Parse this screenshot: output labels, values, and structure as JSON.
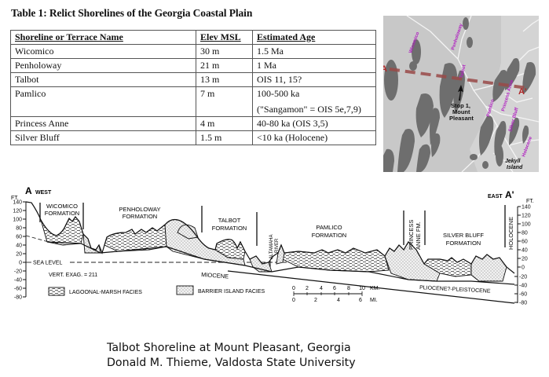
{
  "table": {
    "title": "Table 1: Relict Shorelines of the Georgia Coastal Plain",
    "headers": [
      "Shoreline or Terrace Name",
      "Elev MSL",
      "Estimated Age"
    ],
    "rows": [
      {
        "name": "Wicomico",
        "elev": "30 m",
        "age": "1.5 Ma",
        "age2": ""
      },
      {
        "name": "Penholoway",
        "elev": "21 m",
        "age": "1 Ma",
        "age2": ""
      },
      {
        "name": "Talbot",
        "elev": "13 m",
        "age": "OIS 11, 15?",
        "age2": ""
      },
      {
        "name": "Pamlico",
        "elev": "7 m",
        "age": "100-500 ka",
        "age2": "(\"Sangamon\" = OIS 5e,7,9)"
      },
      {
        "name": "Princess Anne",
        "elev": "4 m",
        "age": "40-80 ka (OIS 3,5)",
        "age2": ""
      },
      {
        "name": "Silver Bluff",
        "elev": "1.5 m",
        "age": "<10 ka (Holocene)",
        "age2": ""
      }
    ]
  },
  "map": {
    "section_start": "A",
    "section_end": "A'",
    "stop_label_1": "Stop 1,",
    "stop_label_2": "Mount",
    "stop_label_3": "Pleasant",
    "island_label_1": "Jekyll",
    "island_label_2": "Island",
    "shoreline_labels": [
      "Wicomico",
      "Penholoway",
      "Talbot",
      "Pamlico",
      "Princess Anne",
      "Silver Bluff",
      "Holocene"
    ],
    "colors": {
      "land": "#c8c8c8",
      "terrace": "#6e6e6e",
      "section_line": "#9a4a48",
      "label": "#b020c0",
      "rivers": "#f2f2f2"
    }
  },
  "cross_section": {
    "west_marker": "A",
    "west_label": "WEST",
    "east_marker": "A'",
    "east_label": "EAST",
    "units": "FT.",
    "y_ticks": [
      "140",
      "120",
      "100",
      "80",
      "60",
      "40",
      "20",
      "0",
      "-20",
      "-40",
      "-60",
      "-80"
    ],
    "sea_level_label": "SEA LEVEL",
    "vert_exag": "VERT. EXAG. = 211",
    "formations": {
      "wicomico_1": "WICOMICO",
      "wicomico_2": "FORMATION",
      "penholoway_1": "PENHOLOWAY",
      "penholoway_2": "FORMATION",
      "talbot_1": "TALBOT",
      "talbot_2": "FORMATION",
      "pamlico_1": "PAMLICO",
      "pamlico_2": "FORMATION",
      "princess_1": "PRINCESS",
      "princess_2": "ANNE FM.",
      "silver_1": "SILVER BLUFF",
      "silver_2": "FORMATION",
      "holocene": "HOLOCENE"
    },
    "river_1": "ALTAMAHA",
    "river_2": "RIVER",
    "miocene": "MIOCENE",
    "pliocene": "PLIOCENE?-PLEISTOCENE",
    "legend": {
      "lagoonal": "LAGOONAL-MARSH FACIES",
      "barrier": "BARRIER ISLAND FACIES"
    },
    "scale_km": [
      "0",
      "2",
      "4",
      "6",
      "8",
      "10"
    ],
    "scale_km_unit": "KM.",
    "scale_mi": [
      "0",
      "2",
      "4",
      "6"
    ],
    "scale_mi_unit": "MI."
  },
  "caption": {
    "line1": "Talbot Shoreline at Mount Pleasant, Georgia",
    "line2": "Donald M. Thieme, Valdosta State University"
  }
}
